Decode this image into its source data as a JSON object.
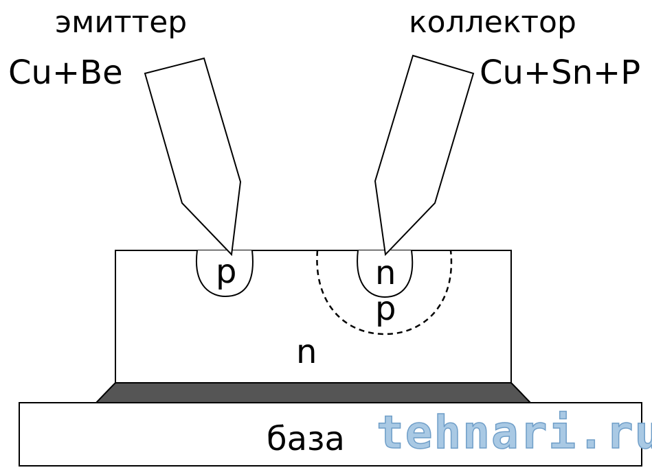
{
  "labels": {
    "emitter": "эмиттер",
    "emitter_material": "Cu+Be",
    "collector": "коллектор",
    "collector_material": "Cu+Sn+P",
    "emitter_region": "p",
    "collector_region_n": "n",
    "collector_region_p": "p",
    "crystal": "n",
    "base": "база"
  },
  "watermark": "tehnari.ru",
  "colors": {
    "line": "#000000",
    "solder": "#555555",
    "watermark_fill": "#a9c9e4"
  }
}
